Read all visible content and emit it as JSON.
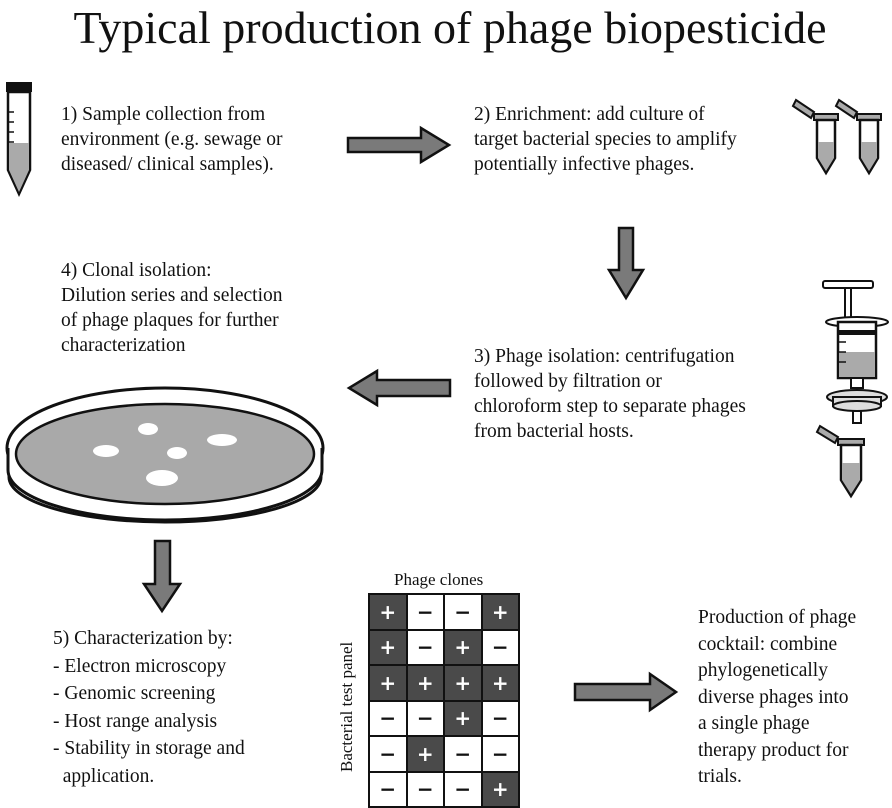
{
  "title": "Typical production of phage biopesticide",
  "steps": {
    "step1": [
      "1) Sample collection from",
      "environment (e.g. sewage or",
      "diseased/ clinical samples)."
    ],
    "step2": [
      "2) Enrichment: add culture of",
      "target bacterial species to amplify",
      "potentially infective phages."
    ],
    "step3": [
      "3) Phage isolation: centrifugation",
      "followed by filtration or",
      "chloroform step to separate phages",
      "from bacterial hosts."
    ],
    "step4": [
      "4) Clonal isolation:",
      "Dilution series and selection",
      "of phage plaques for further",
      "characterization"
    ],
    "step5": [
      "5) Characterization by:",
      "- Electron microscopy",
      "- Genomic screening",
      "- Host range analysis",
      "- Stability in storage and",
      "  application."
    ],
    "step6": [
      "Production of phage",
      "cocktail: combine",
      "phylogenetically",
      "diverse phages into",
      "a single phage",
      "therapy product for",
      "trials."
    ]
  },
  "matrix": {
    "column_label": "Phage clones",
    "row_label": "Bacterial test panel",
    "rows": [
      [
        "+",
        "−",
        "−",
        "+"
      ],
      [
        "+",
        "−",
        "+",
        "−"
      ],
      [
        "+",
        "+",
        "+",
        "+"
      ],
      [
        "−",
        "−",
        "+",
        "−"
      ],
      [
        "−",
        "+",
        "−",
        "−"
      ],
      [
        "−",
        "−",
        "−",
        "+"
      ]
    ]
  },
  "colors": {
    "arrow_fill": "#7a7a7a",
    "positive_cell": "#4a4a4a",
    "dish_fill": "#a9a9a9"
  }
}
